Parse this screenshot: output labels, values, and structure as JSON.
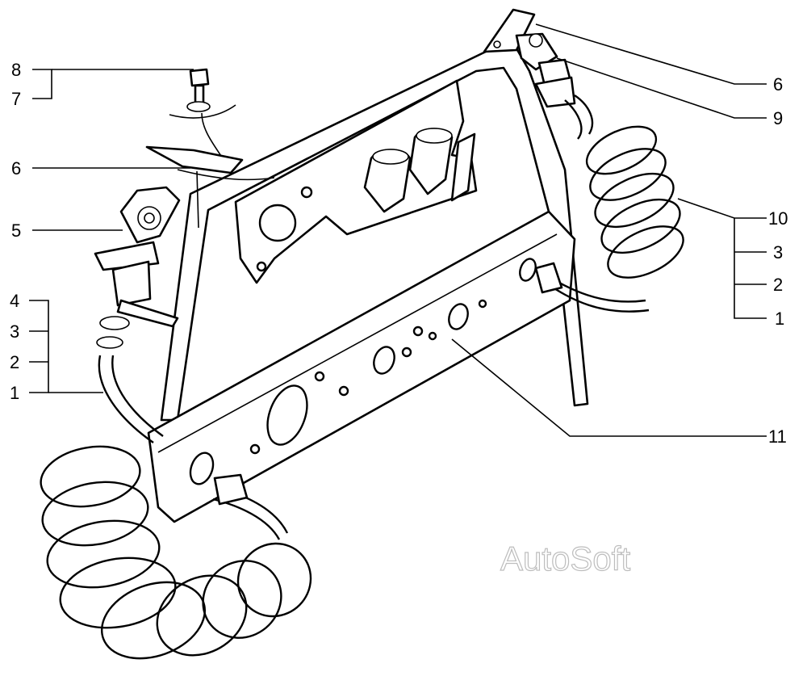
{
  "callouts_left": [
    {
      "id": "left-8",
      "label": "8"
    },
    {
      "id": "left-7",
      "label": "7"
    },
    {
      "id": "left-6",
      "label": "6"
    },
    {
      "id": "left-5",
      "label": "5"
    },
    {
      "id": "left-4",
      "label": "4"
    },
    {
      "id": "left-3",
      "label": "3"
    },
    {
      "id": "left-2",
      "label": "2"
    },
    {
      "id": "left-1",
      "label": "1"
    }
  ],
  "callouts_right": [
    {
      "id": "right-6",
      "label": "6"
    },
    {
      "id": "right-9",
      "label": "9"
    },
    {
      "id": "right-10",
      "label": "10"
    },
    {
      "id": "right-3",
      "label": "3"
    },
    {
      "id": "right-2",
      "label": "2"
    },
    {
      "id": "right-1",
      "label": "1"
    },
    {
      "id": "right-11",
      "label": "11"
    }
  ],
  "watermark": "AutoSoft"
}
